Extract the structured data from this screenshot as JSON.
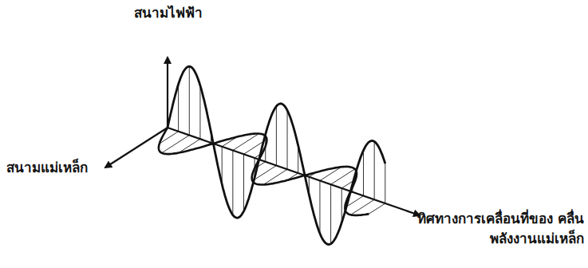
{
  "diagram": {
    "labels": [
      "สนามไฟฟ้า",
      "สนามแม่เหล็ก",
      "ทิศทางการเคลื่อนที่ของ คลื่นพลังงานแม่เหล็ก"
    ]
  }
}
